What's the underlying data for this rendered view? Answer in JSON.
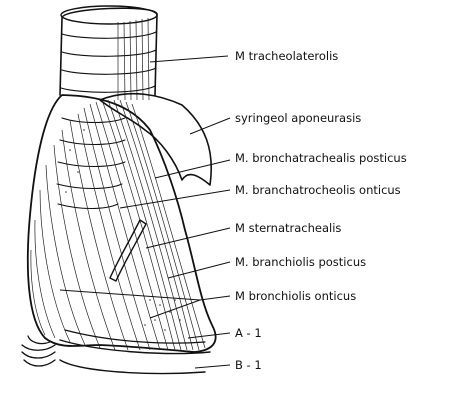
{
  "labels": {
    "l1": "M  tracheolaterolis",
    "l2": "syringeol aponeurasis",
    "l3": "M. bronchatrachealis posticus",
    "l4": "M. branchatrocheolis onticus",
    "l5": "M  sternatrachealis",
    "l6": "M. branchiolis posticus",
    "l7": "M  bronchiolis onticus",
    "l8": "A - 1",
    "l9": "B - 1"
  }
}
